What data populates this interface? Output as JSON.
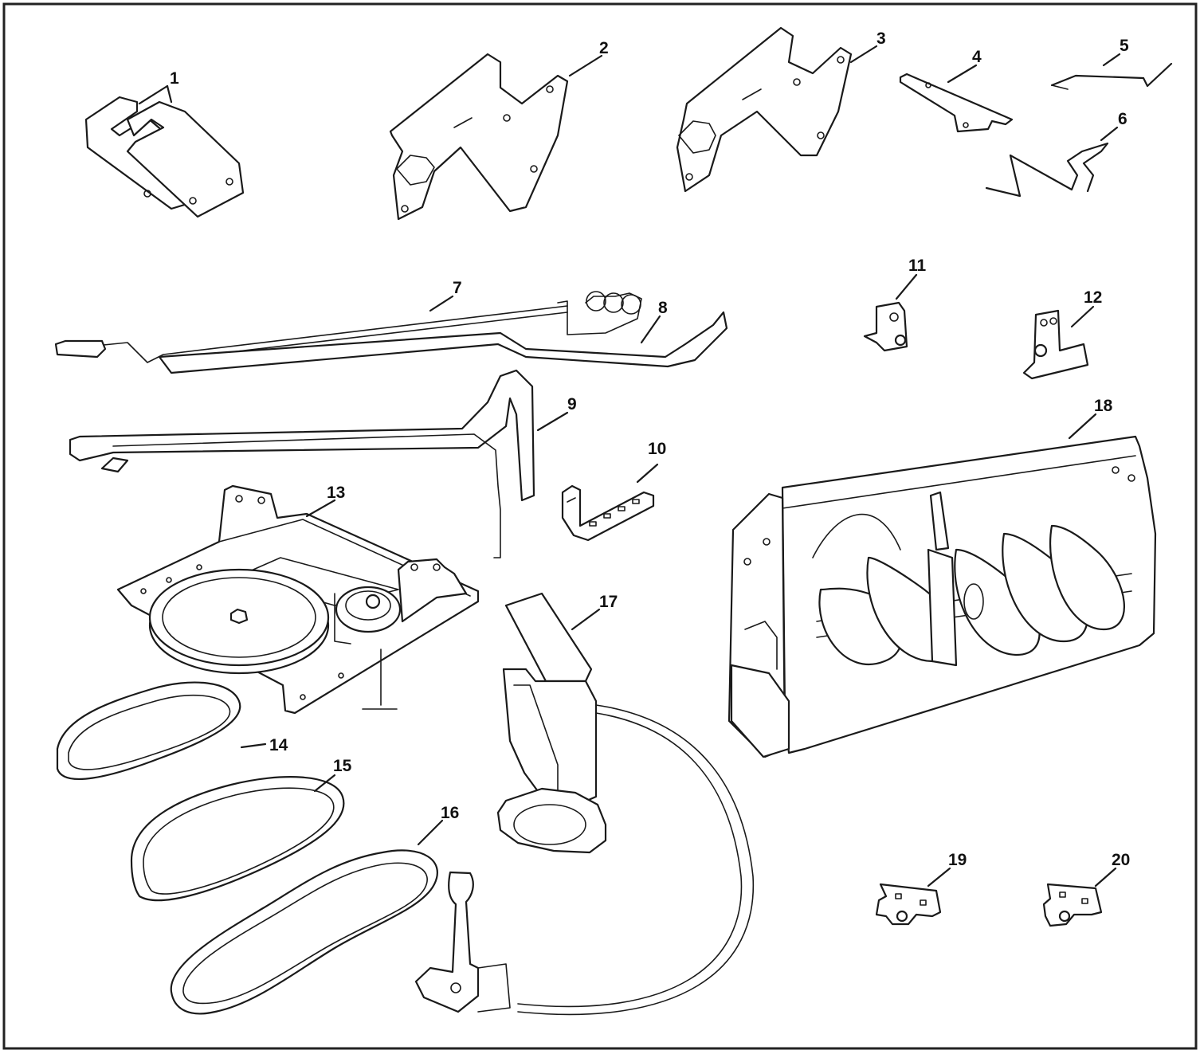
{
  "callouts": [
    "1",
    "2",
    "3",
    "4",
    "5",
    "6",
    "7",
    "8",
    "9",
    "10",
    "11",
    "12",
    "13",
    "14",
    "15",
    "16",
    "17",
    "18",
    "19",
    "20"
  ],
  "colors": {
    "line": "#1a1a1a",
    "background": "#ffffff",
    "frame": "#222222"
  }
}
